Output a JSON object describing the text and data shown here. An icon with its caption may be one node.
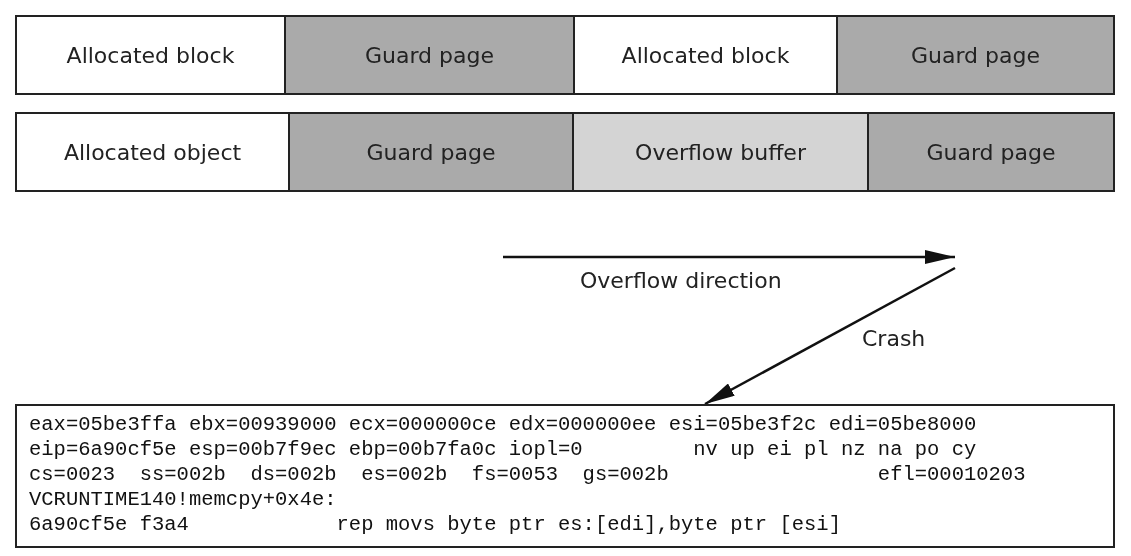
{
  "diagram": {
    "nodes": [
      {
        "text": [
          "Allocated block"
        ]
      },
      {
        "text": [
          "Guard page"
        ]
      },
      {
        "text": [
          "Allocated block"
        ]
      },
      {
        "text": [
          "Guard page"
        ]
      },
      {
        "text": [
          "Allocated object"
        ]
      },
      {
        "text": [
          "Guard page"
        ]
      },
      {
        "text": [
          "Overflow buffer"
        ]
      },
      {
        "text": [
          "Guard page"
        ]
      },
      {
        "text": [
          "eax=05be3ffa ebx=00939000 ecx=000000ce edx=000000ee esi=05be3f2c edi=05be8000",
          "eip=6a90cf5e esp=00b7f9ec ebp=00b7fa0c iopl=0         nv up ei pl nz na po cy",
          "cs=0023  ss=002b  ds=002b  es=002b  fs=0053  gs=002b                 efl=00010203",
          "VCRUNTIME140!memcpy+0x4e:",
          "6a90cf5e f3a4            rep movs byte ptr es:[edi],byte ptr [esi]"
        ]
      }
    ],
    "edges": [
      {
        "from": null,
        "to": 8,
        "arrow": "to",
        "label": "Crash"
      }
    ],
    "labels": [
      "Overflow direction"
    ]
  }
}
